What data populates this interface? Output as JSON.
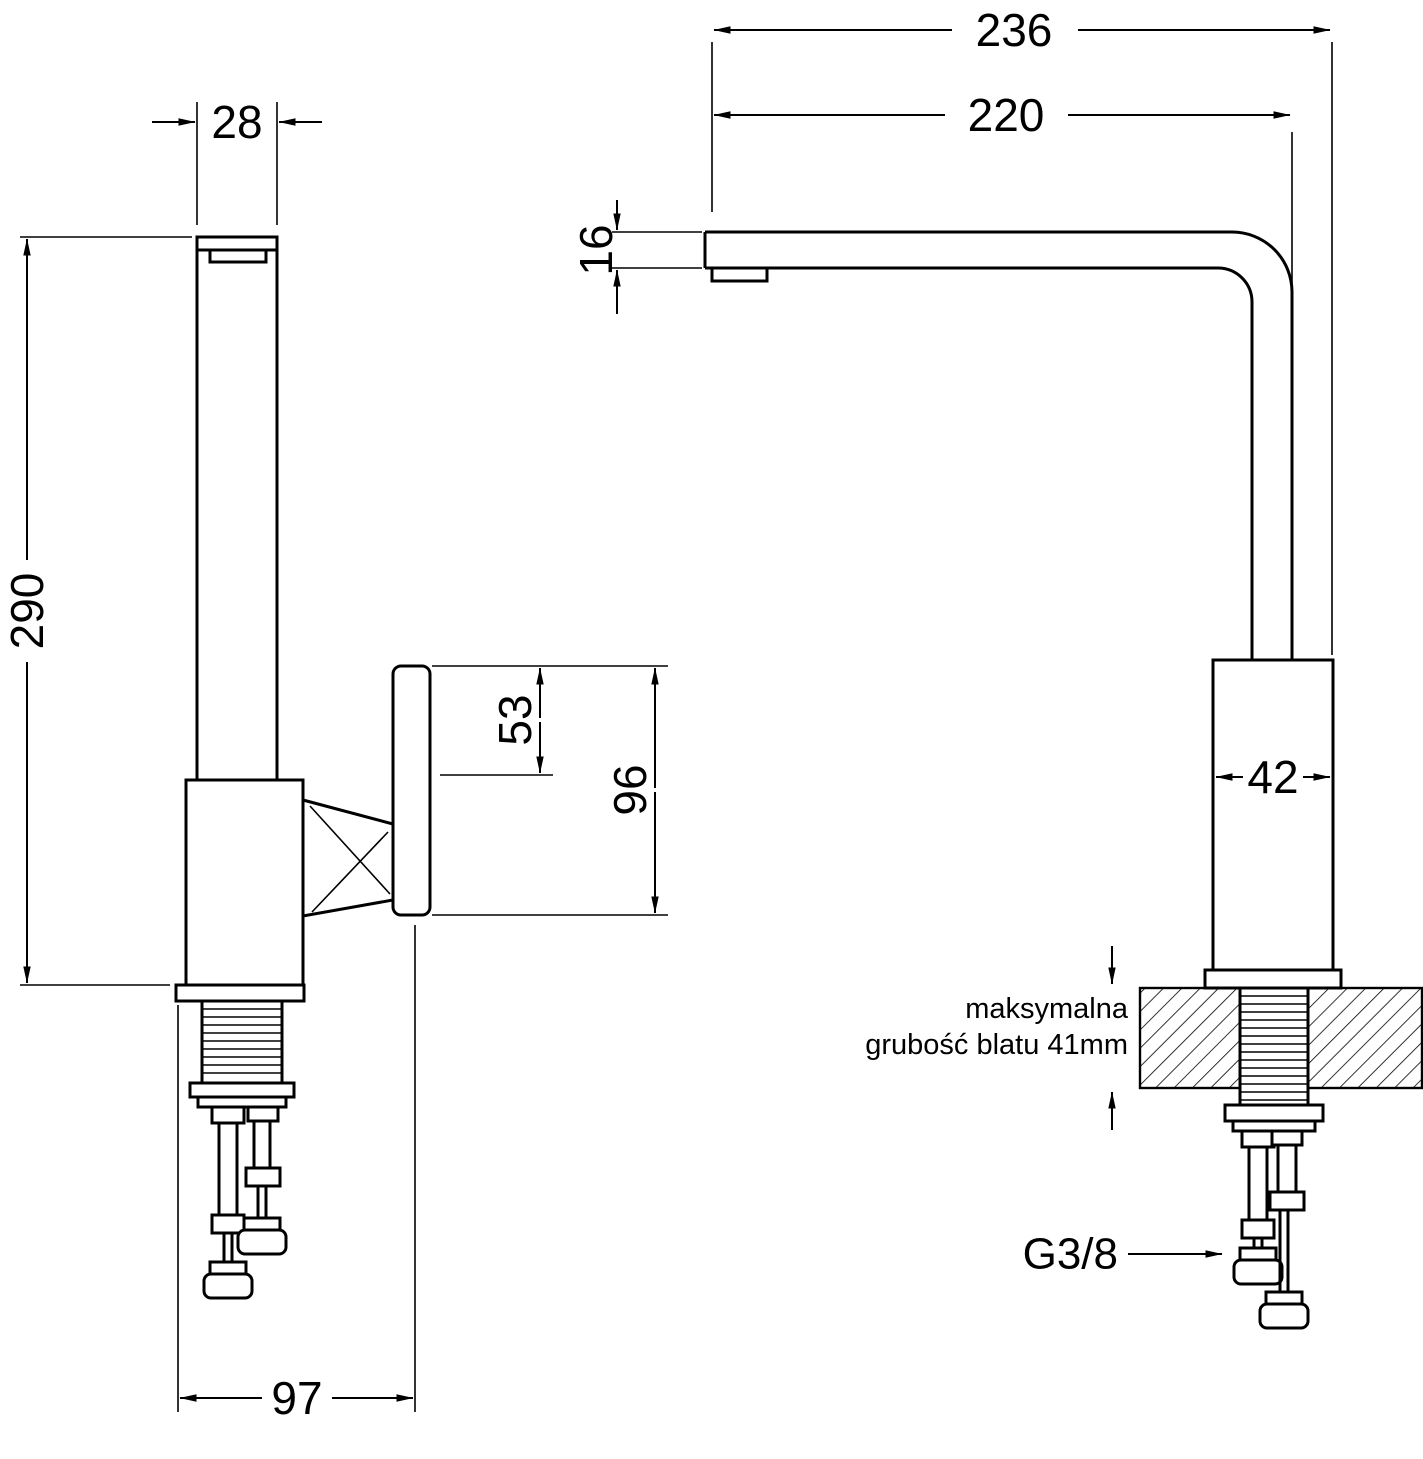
{
  "diagram": {
    "background": "#ffffff",
    "line_color": "#000000",
    "side_view": {
      "spout_width": "28",
      "total_height": "290",
      "handle_offset": "53",
      "handle_height": "96",
      "base_depth": "97"
    },
    "front_view": {
      "total_reach": "236",
      "spout_reach": "220",
      "spout_thickness": "16",
      "body_width": "42",
      "counter_note_line1": "maksymalna",
      "counter_note_line2": "grubość blatu 41mm",
      "connection_thread": "G3/8"
    }
  }
}
